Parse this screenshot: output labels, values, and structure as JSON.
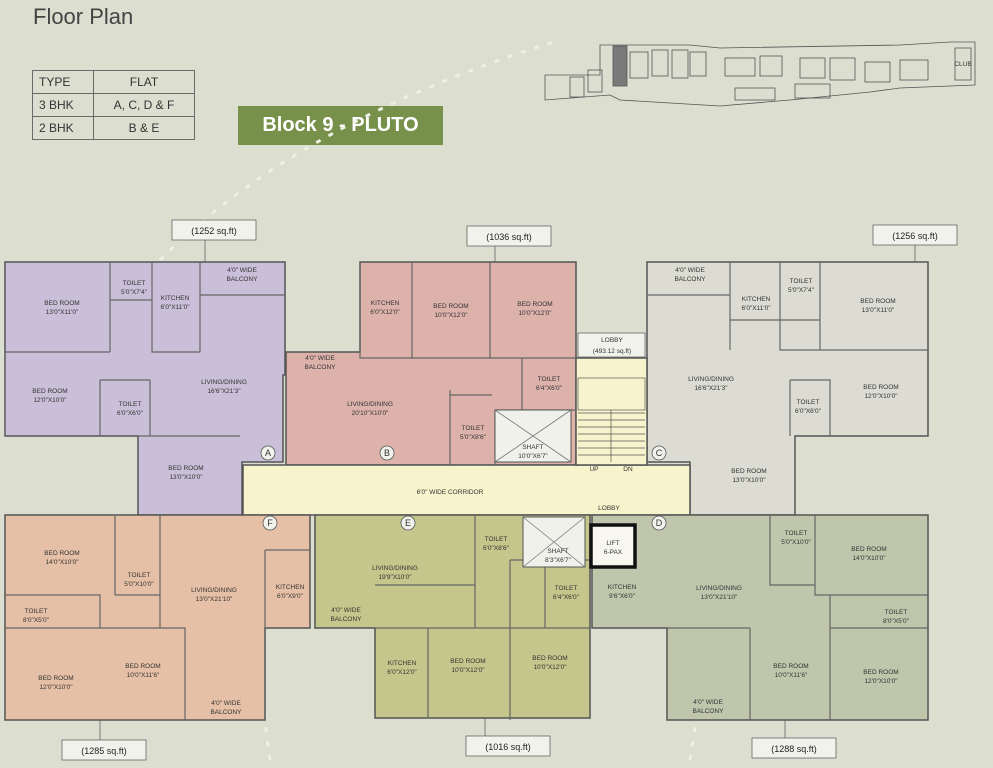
{
  "header": {
    "title": "Floor Plan",
    "block_title": "Block 9 - PLUTO"
  },
  "flat_table": {
    "headers": [
      "TYPE",
      "FLAT"
    ],
    "rows": [
      [
        "3 BHK",
        "A, C, D & F"
      ],
      [
        "2 BHK",
        "B & E"
      ]
    ]
  },
  "site_map": {
    "labels": [
      "CLUB"
    ]
  },
  "areas": {
    "a": "(1252 sq.ft)",
    "b": "(1036 sq.ft)",
    "c": "(1256 sq.ft)",
    "f": "(1285 sq.ft)",
    "e": "(1016 sq.ft)",
    "d": "(1288 sq.ft)"
  },
  "lobby": {
    "label": "LOBBY",
    "area": "(493.12 sq.ft)",
    "lobby2": "LOBBY",
    "corridor": "6'0\" WIDE CORRIDOR",
    "up": "UP",
    "dn": "DN",
    "lift1": "LIFT",
    "lift2": "6-PAX"
  },
  "flat_tags": {
    "a": "A",
    "b": "B",
    "c": "C",
    "d": "D",
    "e": "E",
    "f": "F"
  },
  "rooms": {
    "a_bed1": [
      "BED ROOM",
      "13'0\"X11'0\""
    ],
    "a_toilet1": [
      "TOILET",
      "5'0\"X7'4\""
    ],
    "a_kitchen": [
      "KITCHEN",
      "6'0\"X11'0\""
    ],
    "a_balcony": [
      "4'0\" WIDE",
      "BALCONY"
    ],
    "a_bed2": [
      "BED ROOM",
      "12'0\"X10'0\""
    ],
    "a_toilet2": [
      "TOILET",
      "6'0\"X6'0\""
    ],
    "a_living": [
      "LIVING/DINING",
      "16'6\"X21'3\""
    ],
    "a_bed3": [
      "BED ROOM",
      "13'0\"X10'0\""
    ],
    "b_kitchen": [
      "KITCHEN",
      "6'0\"X12'0\""
    ],
    "b_bed1": [
      "BED ROOM",
      "10'0\"X12'0\""
    ],
    "b_bed2": [
      "BED ROOM",
      "10'0\"X12'0\""
    ],
    "b_balcony": [
      "4'0\" WIDE",
      "BALCONY"
    ],
    "b_living": [
      "LIVING/DINING",
      "20'10\"X10'0\""
    ],
    "b_toilet1": [
      "TOILET",
      "6'4\"X6'0\""
    ],
    "b_toilet2": [
      "TOILET",
      "5'0\"X8'6\""
    ],
    "shaft1": [
      "SHAFT",
      "10'0\"X6'7\""
    ],
    "c_balcony": [
      "4'0\" WIDE",
      "BALCONY"
    ],
    "c_kitchen": [
      "KITCHEN",
      "6'0\"X11'0\""
    ],
    "c_toilet1": [
      "TOILET",
      "5'0\"X7'4\""
    ],
    "c_bed1": [
      "BED ROOM",
      "13'0\"X11'0\""
    ],
    "c_living": [
      "LIVING/DINING",
      "16'6\"X21'3\""
    ],
    "c_toilet2": [
      "TOILET",
      "6'0\"X6'0\""
    ],
    "c_bed2": [
      "BED ROOM",
      "12'0\"X10'0\""
    ],
    "c_bed3": [
      "BED ROOM",
      "13'0\"X10'0\""
    ],
    "f_bed1": [
      "BED ROOM",
      "14'0\"X10'0\""
    ],
    "f_toilet1": [
      "TOILET",
      "5'0\"X10'0\""
    ],
    "f_living": [
      "LIVING/DINING",
      "13'0\"X21'10\""
    ],
    "f_kitchen": [
      "KITCHEN",
      "6'0\"X9'0\""
    ],
    "f_toilet2": [
      "TOILET",
      "8'0\"X5'0\""
    ],
    "f_bed2": [
      "BED ROOM",
      "12'0\"X10'0\""
    ],
    "f_bed3": [
      "BED ROOM",
      "10'0\"X11'6\""
    ],
    "f_balcony": [
      "4'0\" WIDE",
      "BALCONY"
    ],
    "e_living": [
      "LIVING/DINING",
      "19'9\"X10'0\""
    ],
    "e_toilet1": [
      "TOILET",
      "6'0\"X8'6\""
    ],
    "e_balcony": [
      "4'0\" WIDE",
      "BALCONY"
    ],
    "e_toilet2": [
      "TOILET",
      "6'4\"X6'0\""
    ],
    "e_kitchen": [
      "KITCHEN",
      "6'0\"X12'0\""
    ],
    "e_bed1": [
      "BED ROOM",
      "10'0\"X12'0\""
    ],
    "e_bed2": [
      "BED ROOM",
      "10'0\"X12'0\""
    ],
    "shaft2": [
      "SHAFT",
      "8'3\"X6'7\""
    ],
    "d_kitchen": [
      "KITCHEN",
      "9'6\"X6'0\""
    ],
    "d_living": [
      "LIVING/DINING",
      "13'0\"X21'10\""
    ],
    "d_toilet1": [
      "TOILET",
      "5'0\"X10'0\""
    ],
    "d_bed1": [
      "BED ROOM",
      "14'0\"X10'0\""
    ],
    "d_toilet2": [
      "TOILET",
      "8'0\"X5'0\""
    ],
    "d_bed2": [
      "BED ROOM",
      "10'0\"X11'6\""
    ],
    "d_bed3": [
      "BED ROOM",
      "12'0\"X10'0\""
    ],
    "d_balcony": [
      "4'0\" WIDE",
      "BALCONY"
    ]
  },
  "colors": {
    "background": "#dcdfd0",
    "flat_a": "#c9bfd8",
    "flat_b": "#ddb2ab",
    "flat_c": "#dcdcd3",
    "flat_f": "#e6c0a6",
    "flat_e": "#c5c68c",
    "flat_d": "#bfc6ac",
    "corridor": "#f7f3cc",
    "accent": "#77904a"
  }
}
